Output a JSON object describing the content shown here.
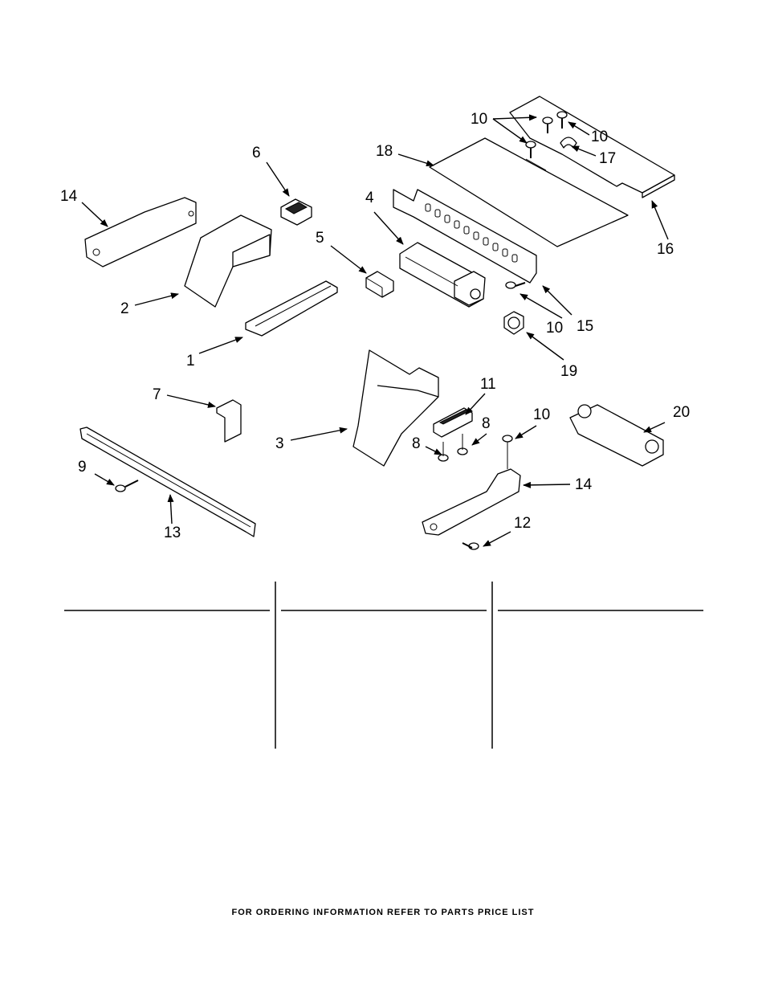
{
  "footer": {
    "text": "FOR ORDERING INFORMATION REFER TO PARTS PRICE LIST"
  },
  "callouts": {
    "c1": "1",
    "c2": "2",
    "c3": "3",
    "c4": "4",
    "c5": "5",
    "c6": "6",
    "c7": "7",
    "c8a": "8",
    "c8b": "8",
    "c9": "9",
    "c10a": "10",
    "c10b": "10",
    "c10c": "10",
    "c10d": "10",
    "c11": "11",
    "c12": "12",
    "c13": "13",
    "c14a": "14",
    "c14b": "14",
    "c15": "15",
    "c16": "16",
    "c17": "17",
    "c18": "18",
    "c19": "19",
    "c20": "20"
  }
}
